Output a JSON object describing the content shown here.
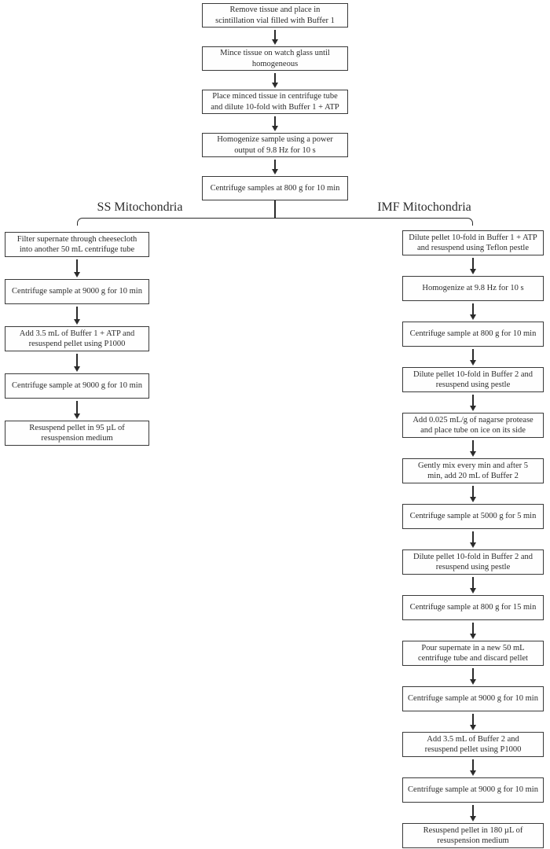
{
  "colors": {
    "ink": "#2b2b2b",
    "box_border": "#3a3a3a",
    "paper": "#ffffff"
  },
  "icons": {
    "flow_connector": "down-arrow"
  },
  "diagram": {
    "top_steps": [
      "Remove tissue and place in\nscintillation vial filled with Buffer 1",
      "Mince tissue on watch glass until\nhomogeneous",
      "Place minced tissue in centrifuge tube\nand dilute 10-fold with Buffer 1 + ATP",
      "Homogenize sample using a power\noutput of 9.8 Hz for 10 s",
      "Centrifuge samples at 800 g for 10 min"
    ],
    "branch_labels": {
      "left": "SS Mitochondria",
      "right": "IMF Mitochondria"
    },
    "left_steps": [
      "Filter supernate through cheesecloth\ninto another 50 mL centrifuge tube",
      "Centrifuge sample at 9000 g for 10 min",
      "Add 3.5 mL of Buffer 1 + ATP and\nresuspend pellet using P1000",
      "Centrifuge sample at 9000 g for 10 min",
      "Resuspend pellet in 95 µL of\nresuspension medium"
    ],
    "right_steps": [
      "Dilute pellet 10-fold in Buffer 1 + ATP\nand resuspend using Teflon pestle",
      "Homogenize at 9.8 Hz for 10 s",
      "Centrifuge sample at 800 g for 10 min",
      "Dilute pellet 10-fold in Buffer 2 and\nresuspend using pestle",
      "Add 0.025 mL/g of nagarse protease\nand place tube on ice on its side",
      "Gently mix every min and after 5\nmin, add 20 mL of Buffer 2",
      "Centrifuge sample at 5000 g for 5 min",
      "Dilute pellet 10-fold in Buffer 2 and\nresuspend using pestle",
      "Centrifuge sample at 800 g for 15 min",
      "Pour supernate in a new 50 mL\ncentrifuge tube and discard pellet",
      "Centrifuge sample at 9000 g for 10 min",
      "Add 3.5 mL of Buffer 2 and\nresuspend pellet using P1000",
      "Centrifuge sample at 9000 g for 10 min",
      "Resuspend pellet in 180 µL of\nresuspension medium"
    ]
  }
}
